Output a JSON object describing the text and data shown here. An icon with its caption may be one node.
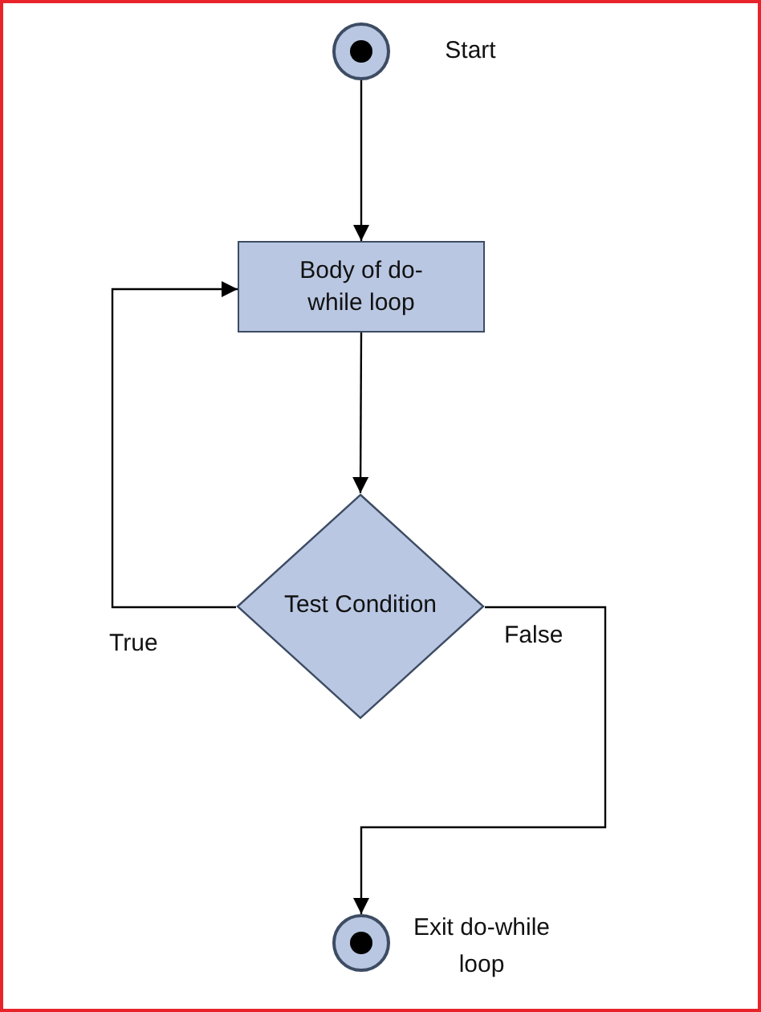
{
  "diagram": {
    "nodes": [
      {
        "text": [],
        "shape": "circle",
        "beside": [
          "Start"
        ]
      },
      {
        "text": [
          "Body of do-while loop"
        ]
      },
      {
        "text": [
          "Test Condition"
        ]
      },
      {
        "text": [],
        "shape": "circle",
        "beside": [
          "Exit do-while loop"
        ]
      }
    ],
    "edges": [
      {
        "from": 0,
        "to": 1,
        "arrow": "to"
      },
      {
        "from": 1,
        "to": 2,
        "arrow": "to"
      },
      {
        "from": 2,
        "to": 1,
        "arrow": "to",
        "label": "True"
      },
      {
        "from": 2,
        "to": 3,
        "arrow": "to",
        "label": "False"
      }
    ]
  }
}
